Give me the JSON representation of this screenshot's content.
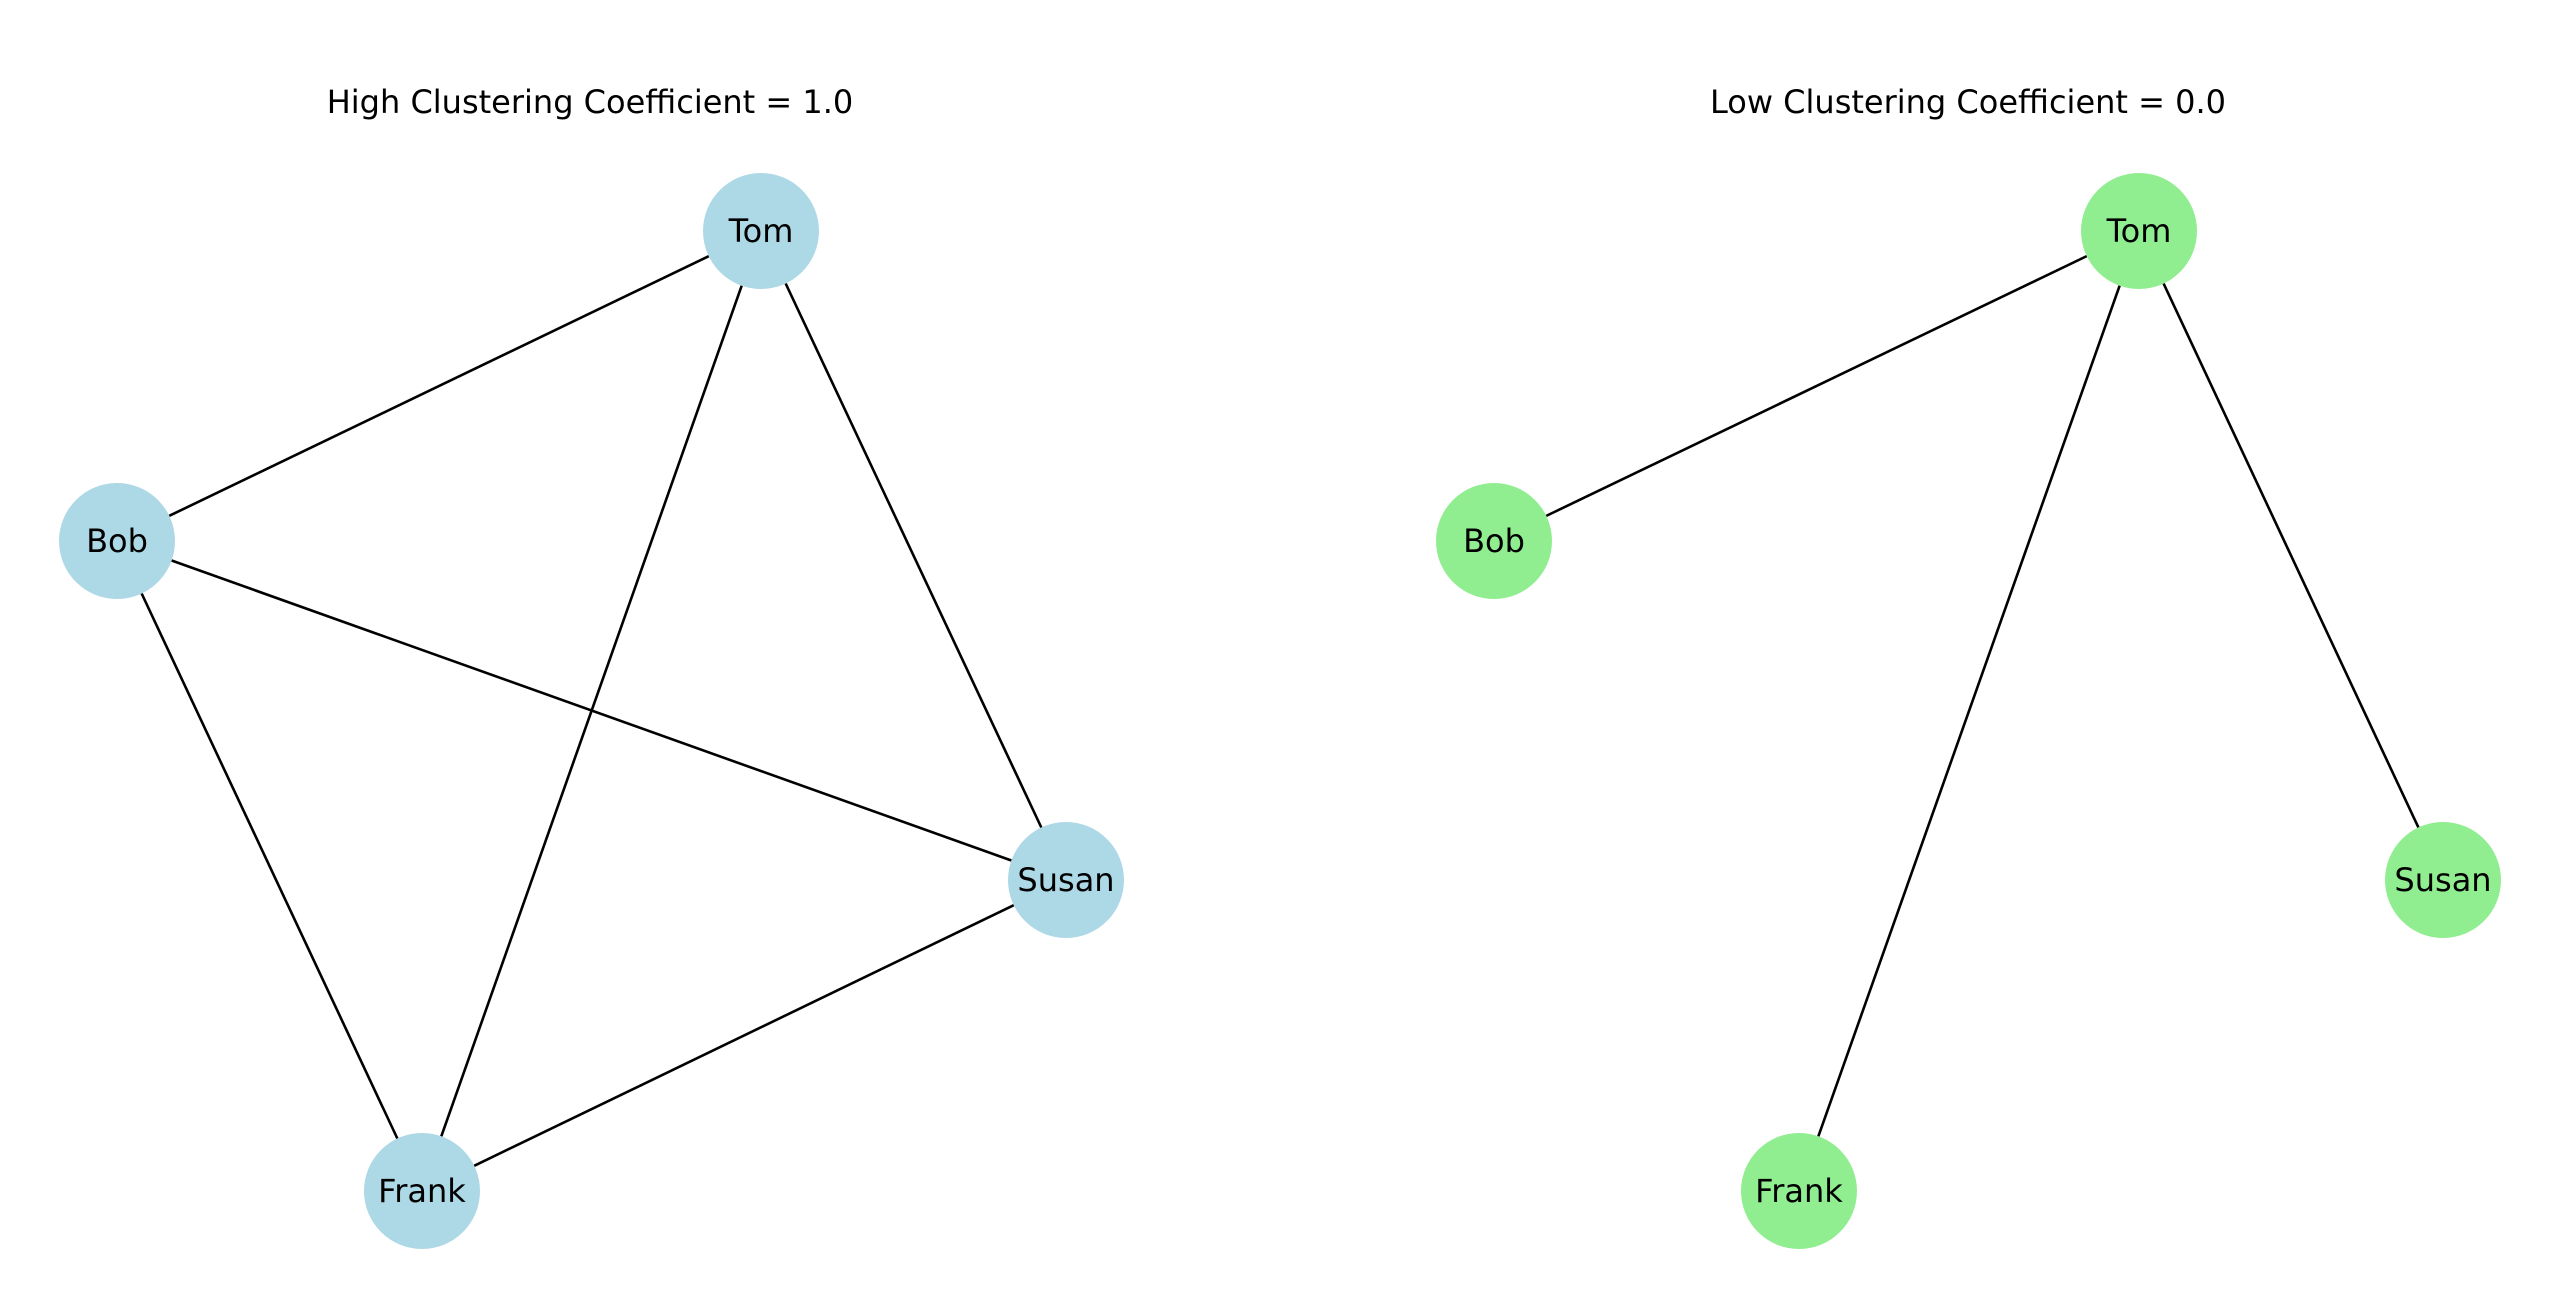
{
  "panels": [
    {
      "id": "high",
      "title": "High Clustering Coefficient = 1.0",
      "node_color": "#add8e6",
      "nodes": [
        {
          "id": "tom",
          "label": "Tom"
        },
        {
          "id": "bob",
          "label": "Bob"
        },
        {
          "id": "susan",
          "label": "Susan"
        },
        {
          "id": "frank",
          "label": "Frank"
        }
      ],
      "edges": [
        [
          "tom",
          "bob"
        ],
        [
          "tom",
          "susan"
        ],
        [
          "tom",
          "frank"
        ],
        [
          "bob",
          "susan"
        ],
        [
          "bob",
          "frank"
        ],
        [
          "susan",
          "frank"
        ]
      ]
    },
    {
      "id": "low",
      "title": "Low Clustering Coefficient = 0.0",
      "node_color": "#90ee90",
      "nodes": [
        {
          "id": "tom",
          "label": "Tom"
        },
        {
          "id": "bob",
          "label": "Bob"
        },
        {
          "id": "susan",
          "label": "Susan"
        },
        {
          "id": "frank",
          "label": "Frank"
        }
      ],
      "edges": [
        [
          "tom",
          "bob"
        ],
        [
          "tom",
          "susan"
        ],
        [
          "tom",
          "frank"
        ]
      ]
    }
  ]
}
